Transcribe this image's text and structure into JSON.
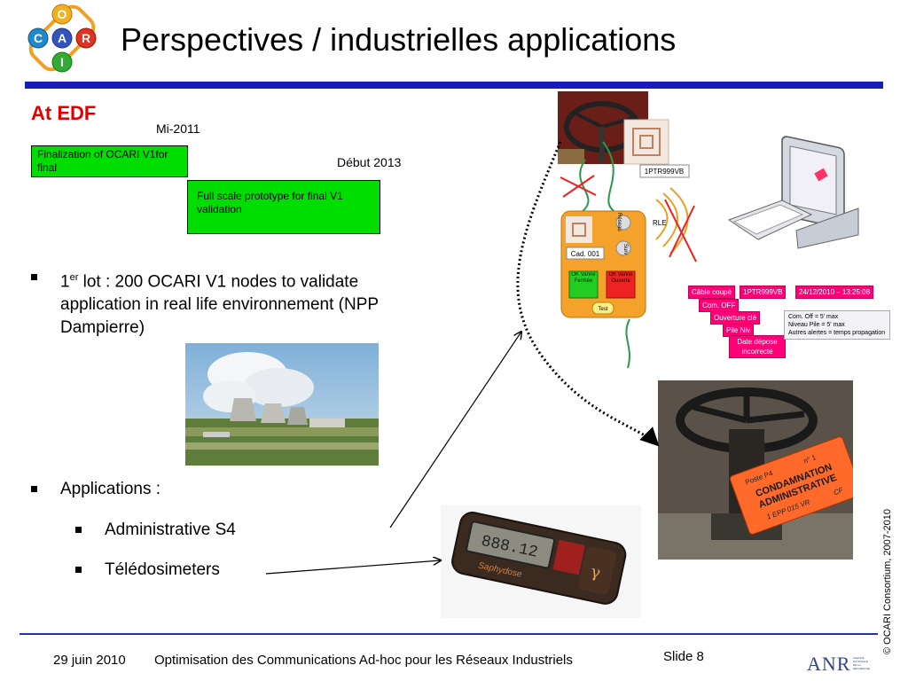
{
  "header": {
    "logo_letters": [
      "O",
      "C",
      "A",
      "R",
      "I"
    ],
    "title": "Perspectives / industrielles applications"
  },
  "section": {
    "heading": "At EDF",
    "timeline": {
      "date1": "Mi-2011",
      "box1": "Finalization of OCARI V1for final",
      "date2": "Début 2013",
      "box2": "Full scale prototype for final V1 validation"
    }
  },
  "bullets": {
    "b1_prefix": "1",
    "b1_sup": "er",
    "b1_line1": " lot : 200 OCARI V1 nodes to validate",
    "b1_line2": "application in real life environnement (NPP",
    "b1_line3": "Dampierre)",
    "b2": "Applications :",
    "b2a": "Administrative S4",
    "b2b": "Télédosimeters"
  },
  "diagram": {
    "node_label": "1PTR999VB",
    "node_side1": "Réseau",
    "node_side2": "Surv",
    "node_cad": "Cad. 001",
    "status_green": "OK Vanne Fermée",
    "status_red": "OK Vanne Ouverte",
    "test_button": "Test",
    "rle_label": "RLE",
    "tags": [
      "Câble coupé",
      "1PTR999VB",
      "24/12/2010 – 13:25:08",
      "Com. OFF",
      "Ouverture clé",
      "Pile Niv",
      "Date dépose incorrecte"
    ],
    "info": [
      "Com. Off = 5' max",
      "Niveau Pile = 5' max",
      "Autres alertes = temps propagation"
    ]
  },
  "photos": {
    "dosimeter_display": "888.12",
    "dosimeter_brand": "Saphydose",
    "dosimeter_symbol": "γ",
    "tag_line1": "CONDAMNATION",
    "tag_line2": "ADMINISTRATIVE",
    "tag_line3": "1 EPP 015 VR",
    "tag_line4": "CF",
    "tag_small1": "Poste P4",
    "tag_small2": "n° 1"
  },
  "footer": {
    "date": "29 juin 2010",
    "subtitle": "Optimisation des Communications Ad-hoc pour les Réseaux  Industriels",
    "slide": "Slide 8",
    "copyright": "© OCARI  Consortium, 2007-2010",
    "anr_logo": "ANR",
    "anr_text": "AGENCE NATIONALE DE LA RECHERCHE"
  },
  "colors": {
    "title_bar": "#1a1ab8",
    "heading": "#e00000",
    "timeline_box": "#00dd00",
    "alert_tag": "#ff0077",
    "node_body": "#f5a22a"
  }
}
